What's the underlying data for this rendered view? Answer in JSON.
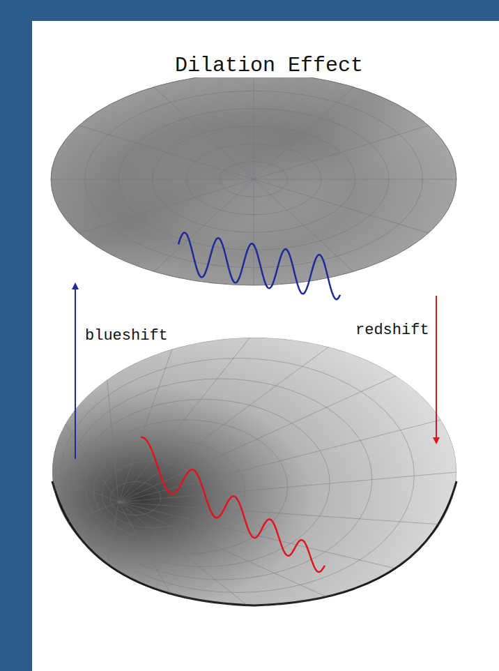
{
  "diagram": {
    "title": "Dilation Effect",
    "labels": [
      "blueshift",
      "redshift"
    ]
  }
}
